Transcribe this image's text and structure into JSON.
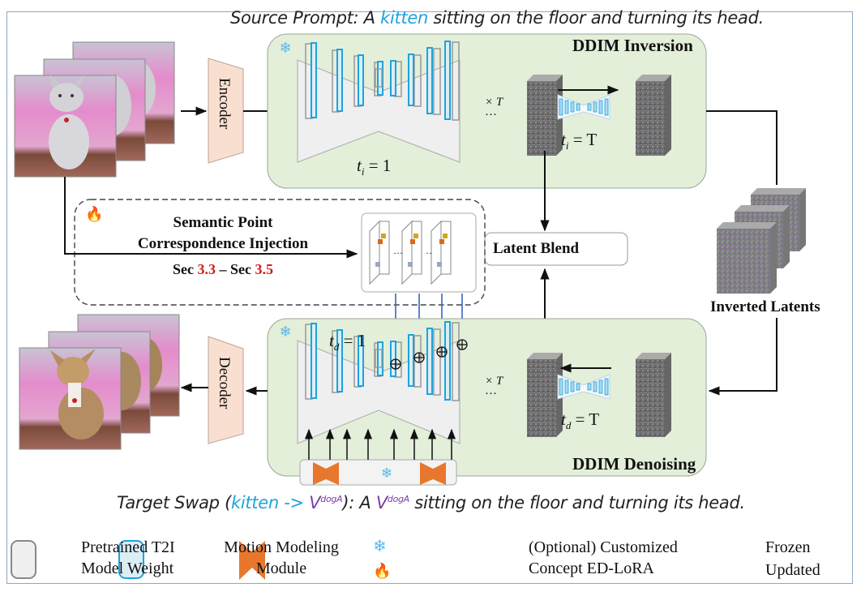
{
  "source_prompt": {
    "prefix": "Source Prompt: A ",
    "keyword": "kitten",
    "suffix": " sitting on the floor and turning its head."
  },
  "target_prompt": {
    "prefix": "Target Swap (",
    "keyword": "kitten",
    "arrow": " -> ",
    "concept": "V",
    "concept_sup": "dogA",
    "middle": "): A ",
    "concept2": "V",
    "concept2_sup": "dogA",
    "suffix": " sitting on the floor and turning its head."
  },
  "blocks": {
    "encoder": "Encoder",
    "decoder": "Decoder",
    "ddim_inversion": "DDIM Inversion",
    "ddim_denoising": "DDIM Denoising",
    "latent_blend": "Latent Blend",
    "inverted_latents": "Inverted Latents",
    "times_t": "× T",
    "ellipsis": "···"
  },
  "timesteps": {
    "inv_start": "t",
    "inv_start_sub": "i",
    "inv_start_val": " = 1",
    "inv_end": "t",
    "inv_end_sub": "i",
    "inv_end_val": " = T",
    "den_start": "t",
    "den_start_sub": "d",
    "den_start_val": " = 1",
    "den_end": "t",
    "den_end_sub": "d",
    "den_end_val": " = T"
  },
  "injection": {
    "title_line1": "Semantic Point",
    "title_line2": "Correspondence Injection",
    "sec_prefix": "Sec ",
    "sec_a": "3.3",
    "sec_mid": " – Sec ",
    "sec_b": "3.5"
  },
  "legend": {
    "pretrained_line1": "Pretrained T2I",
    "pretrained_line2": "Model Weight",
    "motion_line1": "Motion Modeling",
    "motion_line2": "Module",
    "lora_line1": "(Optional) Customized",
    "lora_line2": "Concept ED-LoRA",
    "frozen": "Frozen",
    "updated": "Updated"
  },
  "colors": {
    "panel_green": "#e3efd9",
    "unet_gray": "#efefef",
    "motion_blue": "#1ea3dc",
    "lora_orange": "#e8772e",
    "encoder_fill": "#f9dfd0",
    "section_red": "#d0201a",
    "injection_blue": "#3a63c4",
    "concept_purple": "#7a3aa8"
  }
}
